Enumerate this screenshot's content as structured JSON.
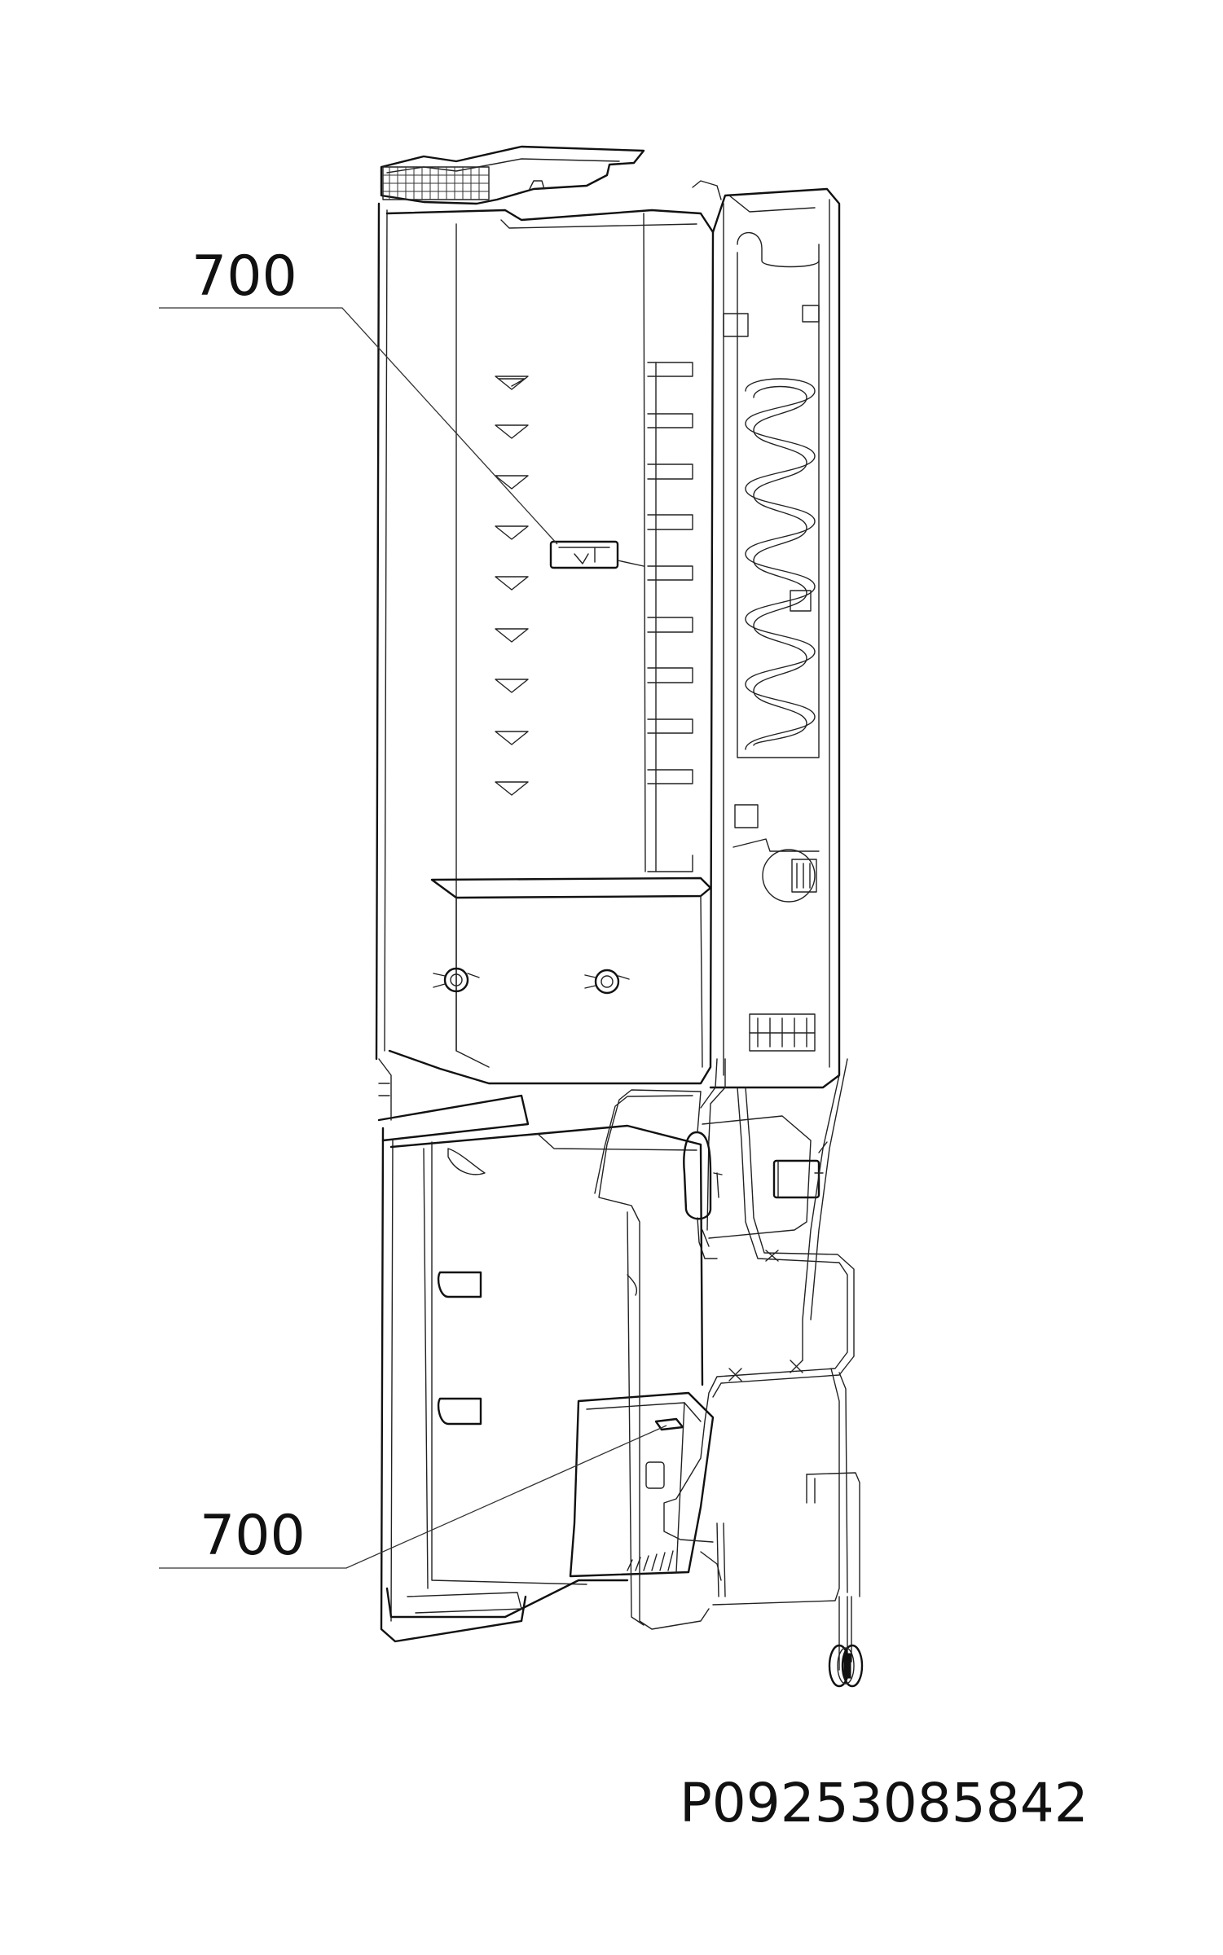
{
  "callouts": [
    {
      "label": "700"
    },
    {
      "label": "700"
    }
  ],
  "part_number": "P09253085842"
}
